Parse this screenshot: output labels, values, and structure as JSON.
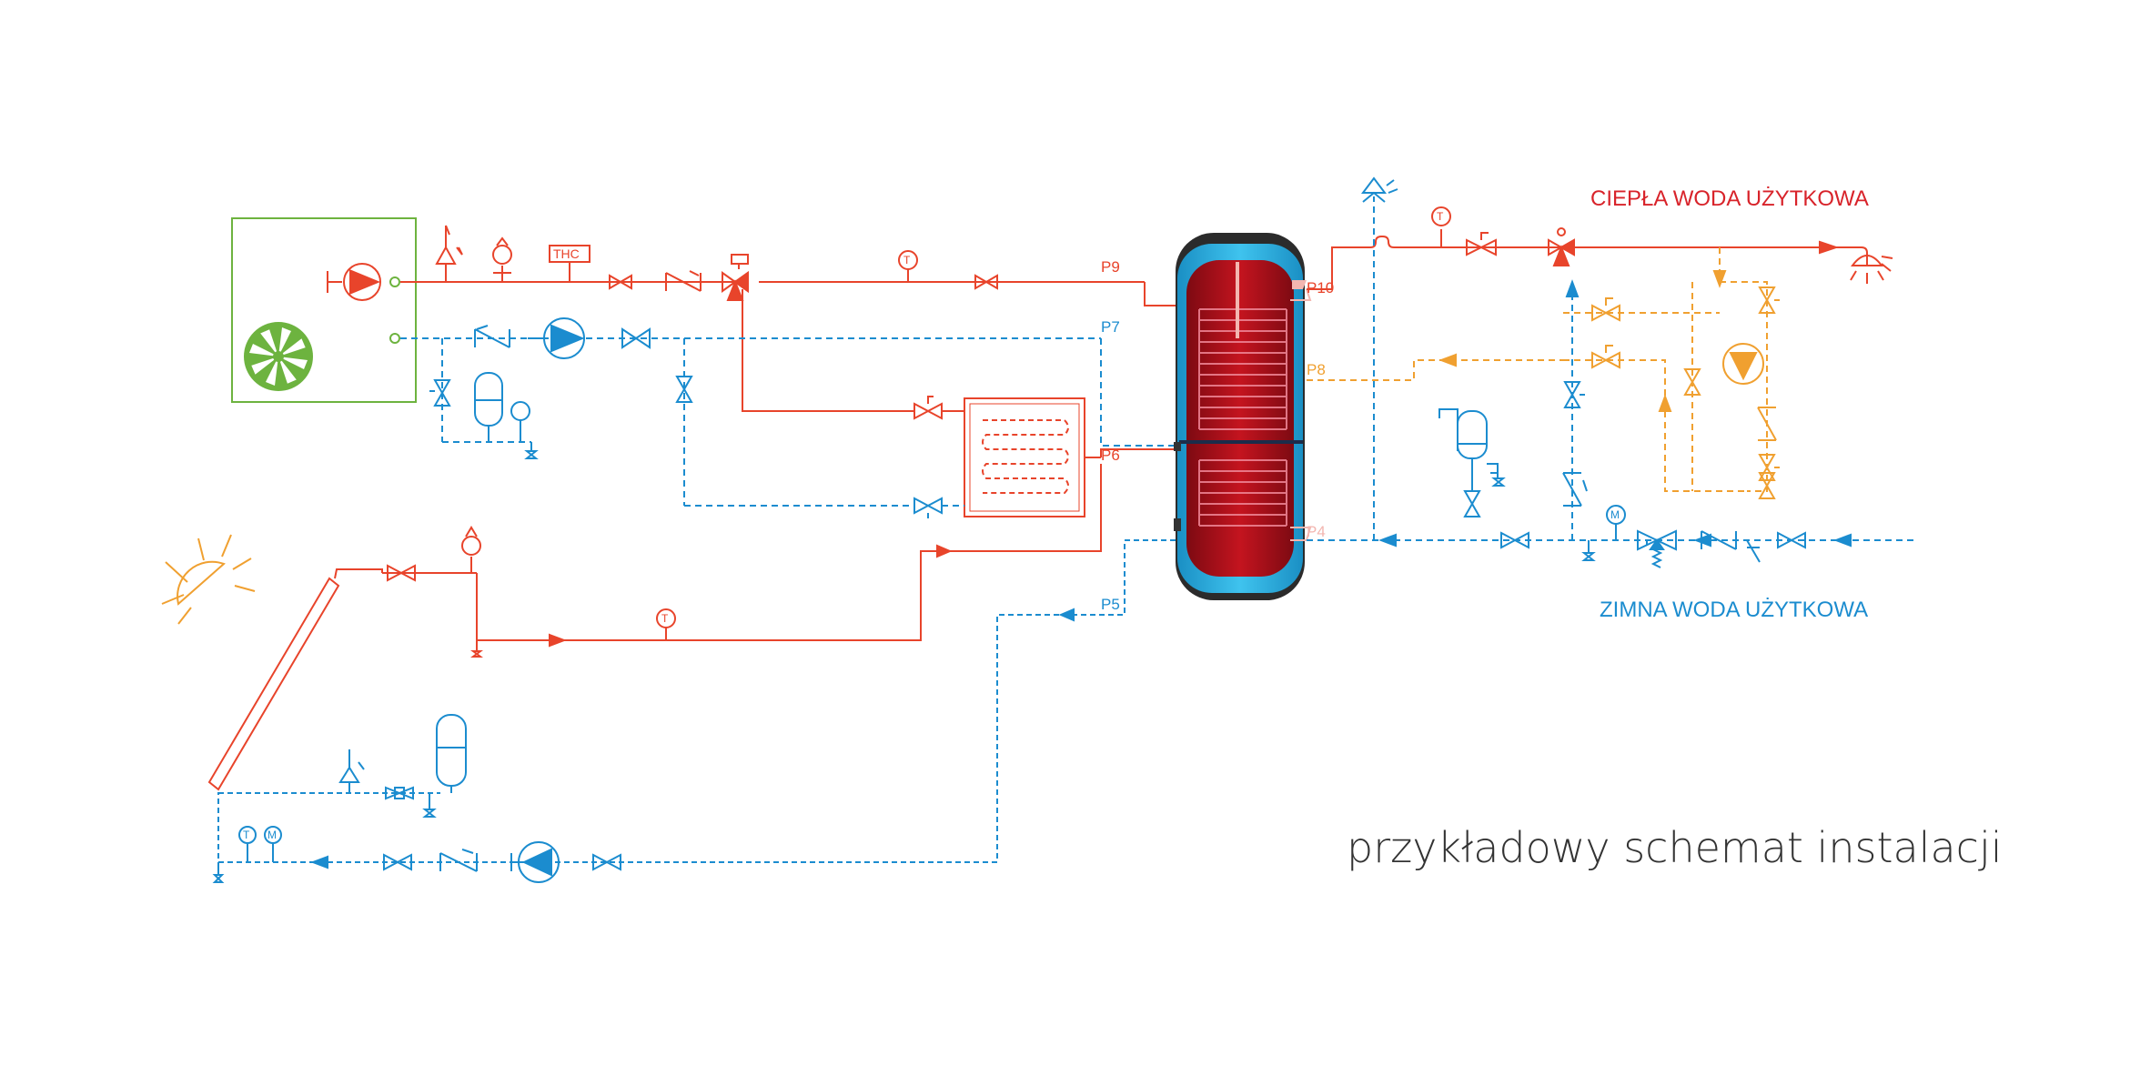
{
  "colors": {
    "hot": "#e8442b",
    "cold": "#1b8ccf",
    "dhw_circ": "#f0a030",
    "boiler_green": "#6db33f",
    "tank_red": "#b2101e",
    "tank_blue": "#2db6e8",
    "caption": "#333333",
    "label_hot": "#d8232a",
    "label_cold": "#1b8ccf"
  },
  "labels": {
    "hot_water": "CIEPŁA WODA UŻYTKOWA",
    "cold_water": "ZIMNA WODA UŻYTKOWA",
    "caption": "przykładowy schemat instalacji",
    "thc": "THC",
    "gauge_t": "T",
    "gauge_m": "M"
  },
  "ports": {
    "p4": "P4",
    "p5": "P5",
    "p6": "P6",
    "p7": "P7",
    "p8": "P8",
    "p9": "P9",
    "p10": "P10"
  },
  "icons": [
    "heat-pump-unit",
    "fan-icon",
    "pump-icon",
    "valve-icon",
    "check-valve-icon",
    "three-way-valve-icon",
    "expansion-vessel-icon",
    "safety-valve-icon",
    "air-vent-icon",
    "thermometer-icon",
    "manometer-icon",
    "sun-icon",
    "solar-collector-icon",
    "tap-icon",
    "shower-icon",
    "storage-tank-icon",
    "floor-heating-icon"
  ]
}
